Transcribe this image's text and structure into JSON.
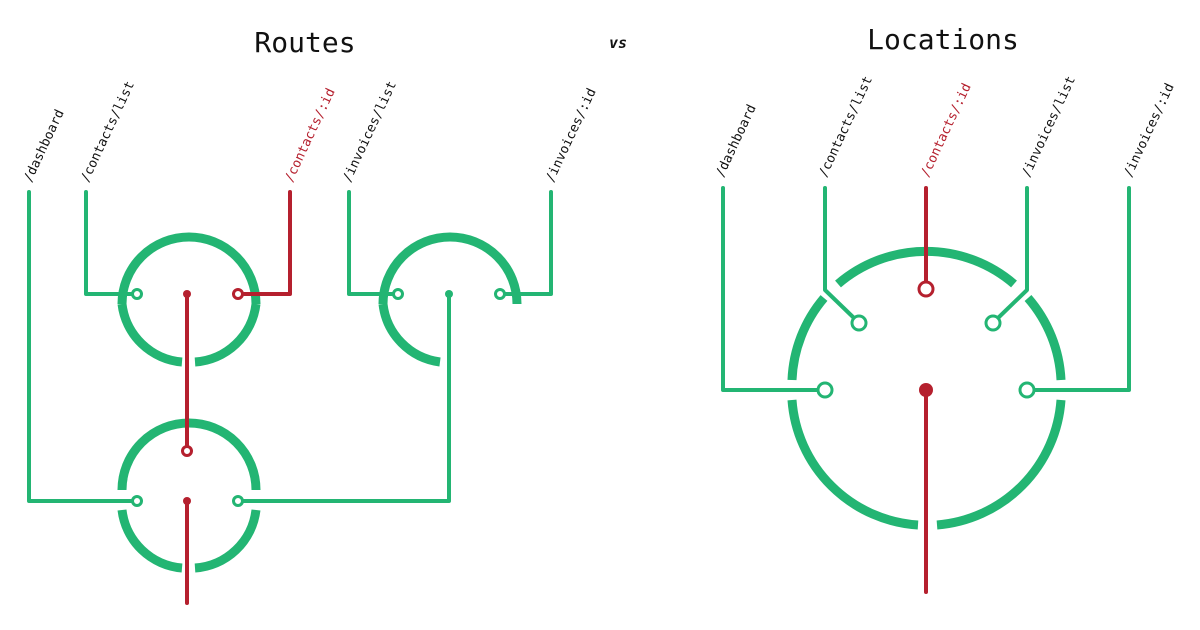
{
  "titles": {
    "left": "Routes",
    "vs": "vs",
    "right": "Locations"
  },
  "routes": {
    "labels": [
      "/dashboard",
      "/contacts/list",
      "/contacts/:id",
      "/invoices/list",
      "/invoices/:id"
    ],
    "active_label": "/contacts/:id"
  },
  "locations": {
    "labels": [
      "/dashboard",
      "/contacts/list",
      "/contacts/:id",
      "/invoices/list",
      "/invoices/:id"
    ],
    "active_label": "/contacts/:id"
  },
  "colors": {
    "green": "#23b573",
    "red": "#b5202e",
    "text": "#111111"
  }
}
